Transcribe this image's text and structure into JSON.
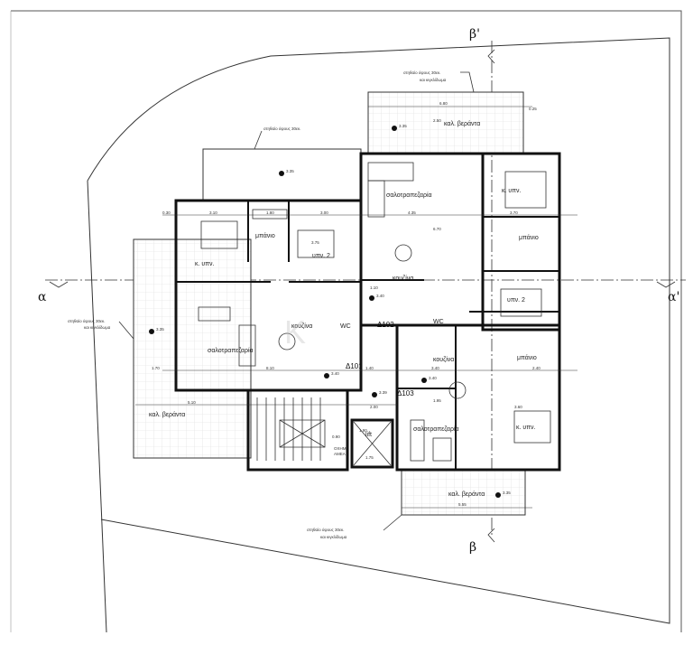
{
  "section_marks": {
    "alpha": "α",
    "alpha_prime": "α'",
    "beta": "β",
    "beta_prime": "β'"
  },
  "notes": {
    "parapet_railing_top": [
      "στηθαίο ύψους 30εκ.",
      "και κιγκλίδωμα"
    ],
    "parapet_upper_left": "στηθαίο ύψους 30εκ.",
    "parapet_railing_left": [
      "στηθαίο ύψους 30εκ.",
      "και κιγκλίδωμα"
    ],
    "parapet_railing_bottom": [
      "στηθαίο ύψους 30εκ.",
      "και κιγκλίδωμα"
    ]
  },
  "rooms": {
    "living_dining": "σαλοτραπεζαρία",
    "kitchen": "κουζίνα",
    "bedroom": "κ. υπν.",
    "bedroom2": "υπν. 2",
    "bathroom": "μπάνιο",
    "wc": "WC",
    "veranda": "καλ. βεράντα",
    "lift": "lift",
    "shaft": [
      "ΟΧΗΜ",
      "ΑΜΕΑ"
    ]
  },
  "apartments": [
    "Δ101",
    "Δ102",
    "Δ103"
  ],
  "levels": {
    "balcony": "3.35",
    "floor": "3.40",
    "landing": "3.39"
  },
  "dimensions": [
    "6.80",
    "0.25",
    "2.50",
    "0.30",
    "4.35",
    "3.70",
    "3.10",
    "1.80",
    "3.00",
    "3.75",
    "8.10",
    "1.70",
    "1.40",
    "1.10",
    "3.40",
    "2.40",
    "3.60",
    "5.55",
    "5.10",
    "2.00",
    "1.75",
    "1.90",
    "0.90",
    "6.70",
    "1.95"
  ],
  "watermark": "KYRIS"
}
